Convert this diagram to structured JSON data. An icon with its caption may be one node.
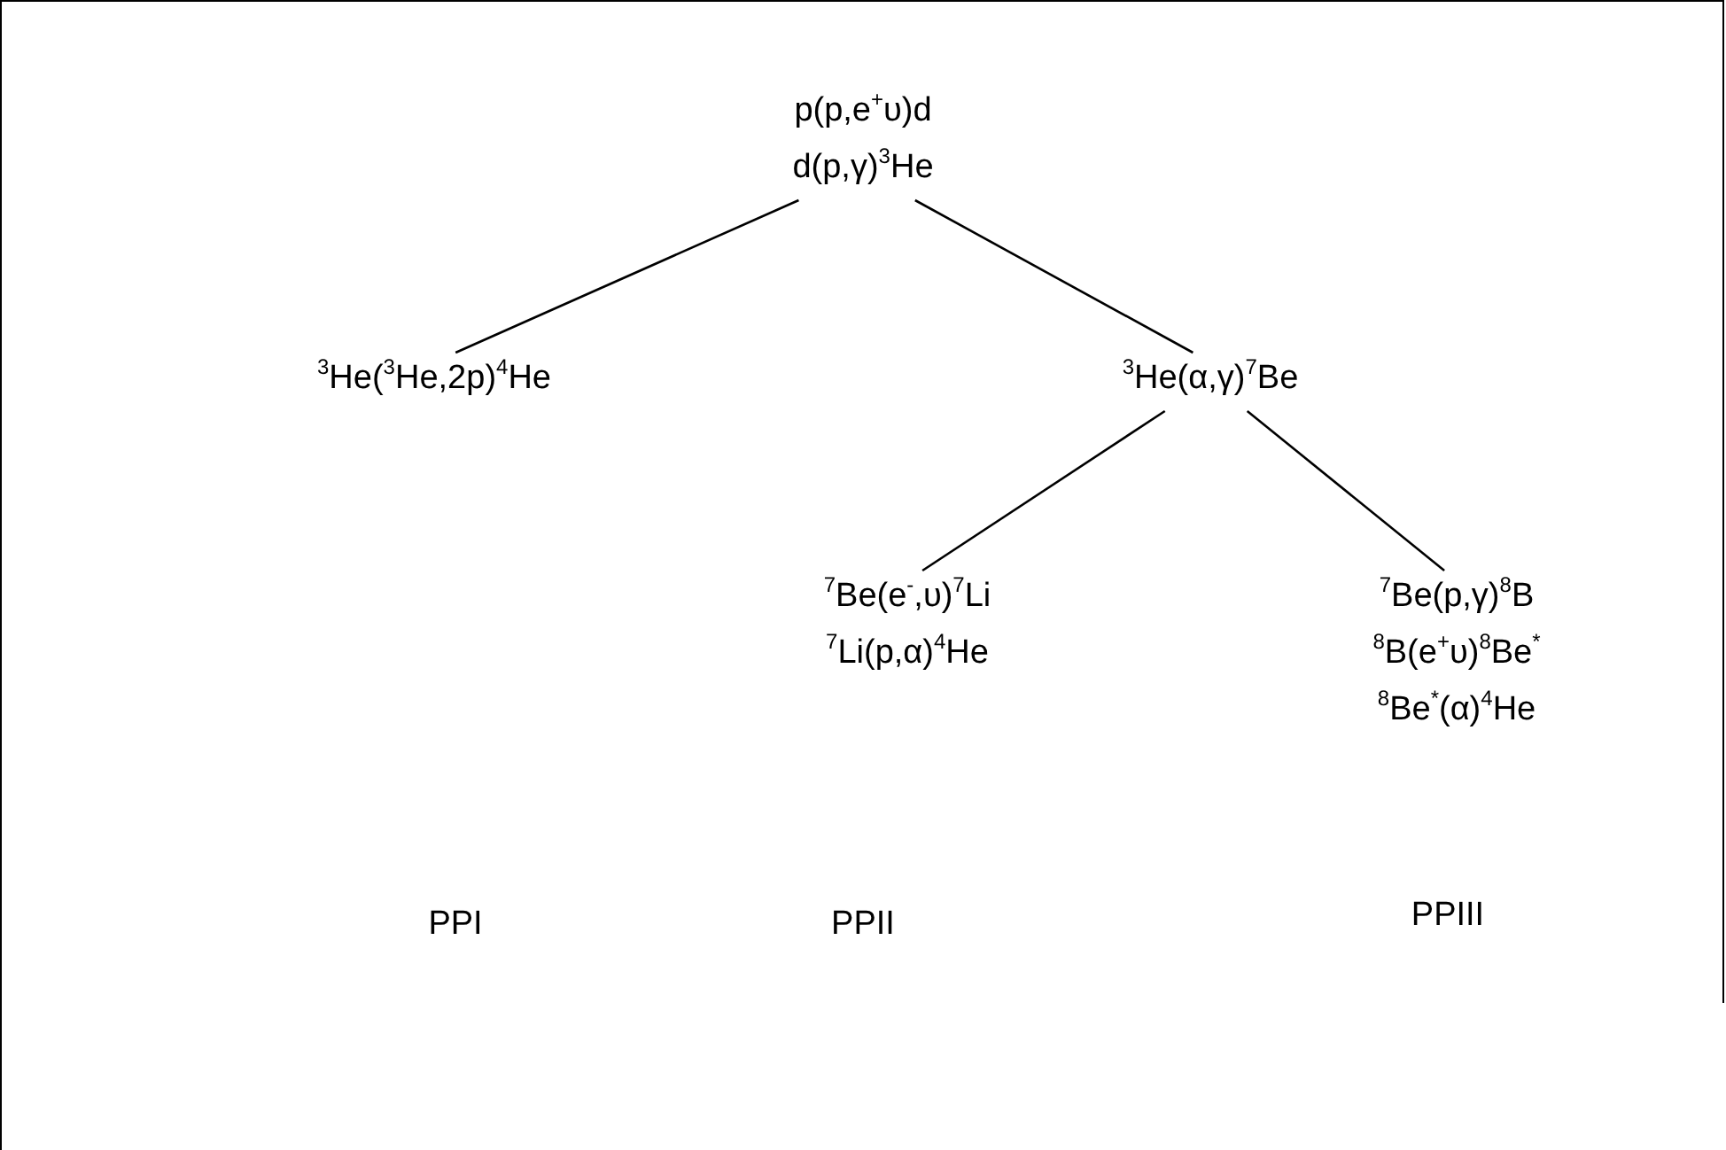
{
  "diagram": {
    "nodes": [
      {
        "text": [
          "p(p,e$^{+}$υ)d",
          "d(p,γ)$^{3}$He"
        ]
      },
      {
        "text": [
          "$^{3}$He($^{3}$He,2p)$^{4}$He"
        ]
      },
      {
        "text": [
          "$^{3}$He(α,γ)$^{7}$Be"
        ]
      },
      {
        "text": [
          "$^{7}$Be(e$^{-}$,υ)$^{7}$Li",
          "$^{7}$Li(p,α)$^{4}$He"
        ]
      },
      {
        "text": [
          "$^{7}$Be(p,γ)$^{8}$B",
          "$^{8}$B(e$^{+}$υ)$^{8}$Be$^{*}$",
          "$^{8}$Be$^{*}$(α)$^{4}$He"
        ]
      }
    ],
    "edges": [
      {
        "from": 0,
        "to": 1,
        "arrow": "none"
      },
      {
        "from": 0,
        "to": 2,
        "arrow": "none"
      },
      {
        "from": 2,
        "to": 3,
        "arrow": "none"
      },
      {
        "from": 2,
        "to": 4,
        "arrow": "none"
      }
    ],
    "labels": [
      "PPI",
      "PPII",
      "PPIII"
    ]
  }
}
